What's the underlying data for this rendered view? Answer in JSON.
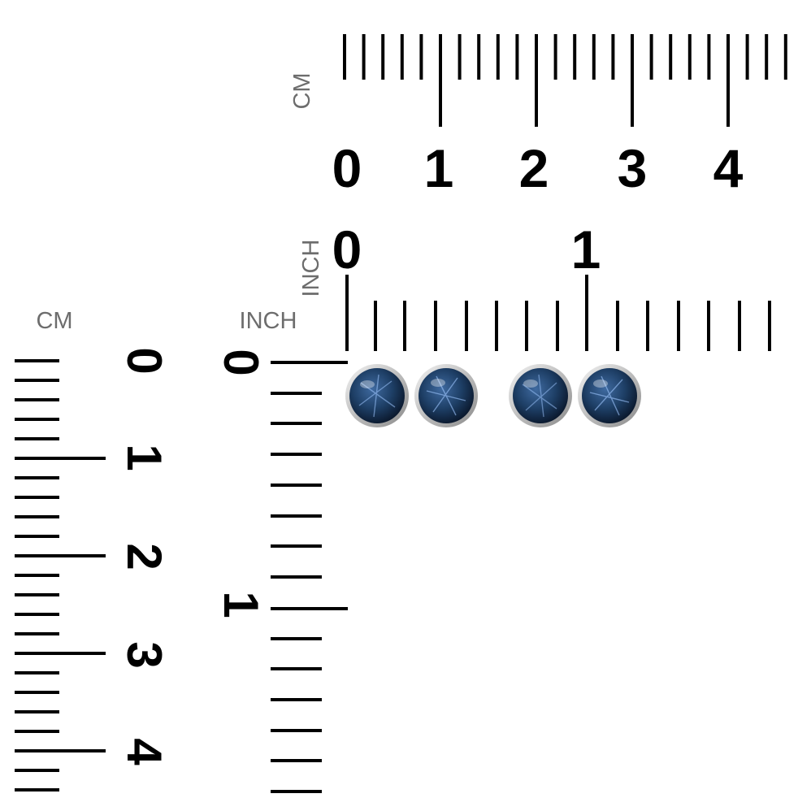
{
  "rulers": {
    "top_cm": {
      "unit_label": "CM",
      "numbers": [
        "0",
        "1",
        "2",
        "3",
        "4"
      ]
    },
    "top_inch": {
      "unit_label": "INCH",
      "numbers": [
        "0",
        "1"
      ]
    },
    "left_cm": {
      "unit_label": "CM",
      "numbers": [
        "0",
        "1",
        "2",
        "3",
        "4"
      ]
    },
    "left_inch": {
      "unit_label": "INCH",
      "numbers": [
        "0",
        "1"
      ]
    }
  },
  "product": {
    "description": "four round blue star-sapphire cabochon stud earrings",
    "count": 4,
    "colors": {
      "stone": "#1e3f66",
      "stone_dark": "#0b1b33",
      "bezel": "#d8d8d8",
      "star": "#9fc7ff"
    }
  }
}
